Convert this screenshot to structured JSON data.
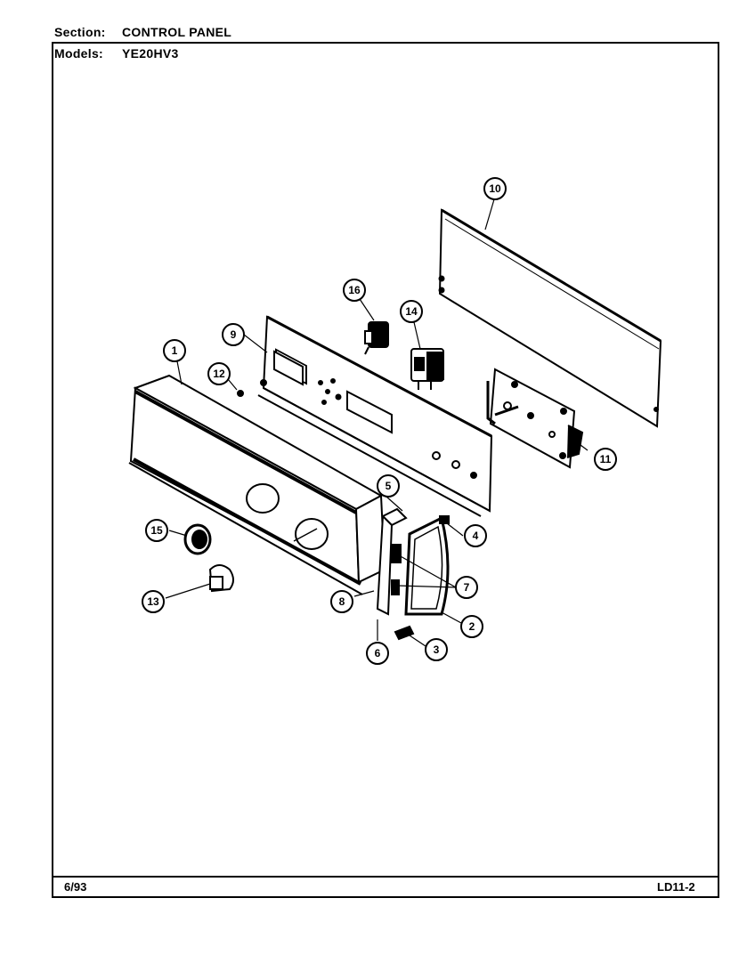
{
  "header": {
    "section_label": "Section:",
    "section_value": "CONTROL PANEL",
    "models_label": "Models:",
    "models_value": "YE20HV3"
  },
  "footer": {
    "date": "6/93",
    "code": "LD11-2"
  },
  "callouts": [
    "1",
    "2",
    "3",
    "4",
    "5",
    "6",
    "7",
    "8",
    "9",
    "10",
    "11",
    "12",
    "13",
    "14",
    "15",
    "16"
  ]
}
